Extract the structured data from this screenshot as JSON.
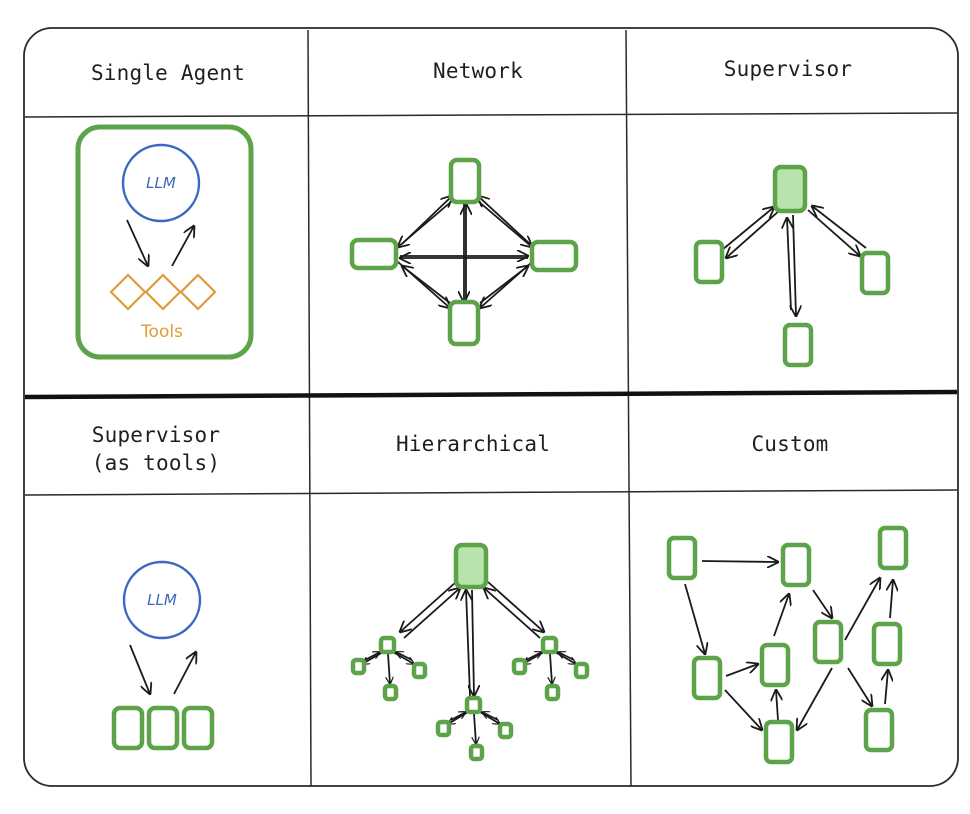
{
  "cells": [
    {
      "id": "single-agent",
      "title_lines": [
        "Single Agent"
      ],
      "llm_label": "LLM",
      "tools_label": "Tools"
    },
    {
      "id": "network",
      "title_lines": [
        "Network"
      ]
    },
    {
      "id": "supervisor",
      "title_lines": [
        "Supervisor"
      ]
    },
    {
      "id": "supervisor-as-tools",
      "title_lines": [
        "Supervisor",
        "(as tools)"
      ],
      "llm_label": "LLM"
    },
    {
      "id": "hierarchical",
      "title_lines": [
        "Hierarchical"
      ]
    },
    {
      "id": "custom",
      "title_lines": [
        "Custom"
      ]
    }
  ],
  "colors": {
    "agent_green": "#5da34a",
    "supervisor_fill": "#b9e3ad",
    "llm_blue": "#3b68c2",
    "tools_orange": "#e09a3a",
    "ink": "#1a1a1a"
  }
}
